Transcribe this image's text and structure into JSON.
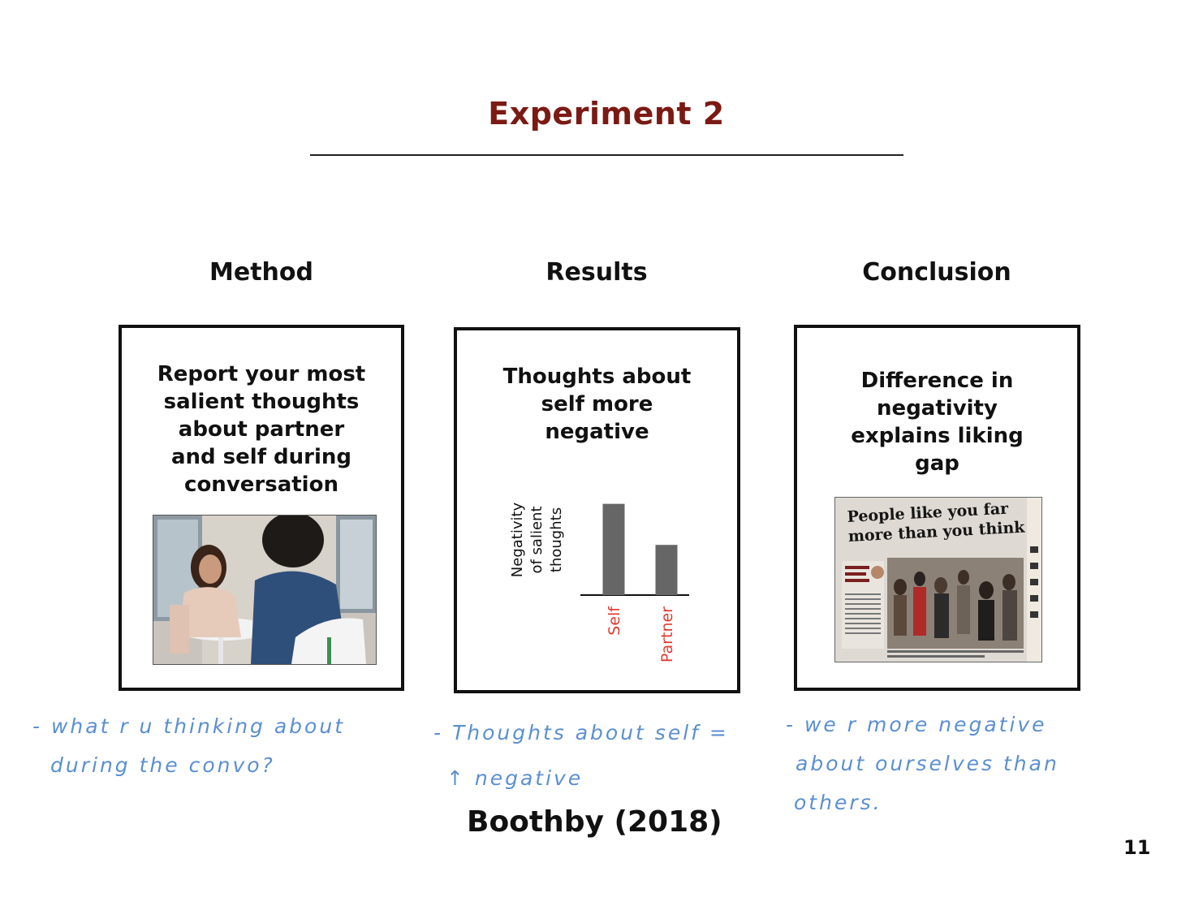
{
  "slide": {
    "title": "Experiment 2",
    "citation": "Boothby (2018)",
    "page_number": "11"
  },
  "columns": {
    "method": {
      "heading": "Method",
      "text_lines": [
        "Report your most",
        "salient thoughts",
        "about partner",
        "and self during",
        "conversation"
      ],
      "photo_icon": "conversation-photo"
    },
    "results": {
      "heading": "Results",
      "text_lines": [
        "Thoughts about",
        "self more",
        "negative"
      ]
    },
    "conclusion": {
      "heading": "Conclusion",
      "text_lines": [
        "Difference in",
        "negativity",
        "explains liking",
        "gap"
      ],
      "newspaper": {
        "headline_lines": [
          "People like you far",
          "more than you think"
        ]
      }
    }
  },
  "chart_data": {
    "type": "bar",
    "categories": [
      "Self",
      "Partner"
    ],
    "values": [
      1.0,
      0.55
    ],
    "ylabel_lines": [
      "Negativity",
      "of salient",
      "thoughts"
    ],
    "ylim": [
      0,
      1.05
    ],
    "bar_color": "#666666",
    "category_label_color": "#e03a2e",
    "grid": false
  },
  "notes": {
    "method": [
      "- what r u thinking about",
      "during the convo?"
    ],
    "results": [
      "- Thoughts about self =",
      "↑ negative"
    ],
    "conclusion": [
      "- we r more negative",
      "about ourselves than",
      "others."
    ]
  },
  "colors": {
    "title": "#7b1a14",
    "note_ink": "#5b8fd1"
  }
}
